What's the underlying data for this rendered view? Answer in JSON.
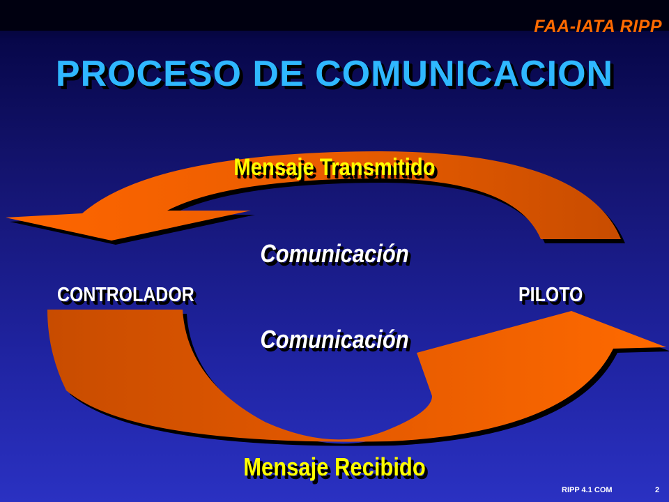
{
  "header": {
    "brand": "FAA-IATA RIPP",
    "title": "PROCESO DE  COMUNICACION"
  },
  "diagram": {
    "top_message": "Mensaje Transmitido",
    "communication_upper": "Comunicación",
    "communication_lower": "Comunicación",
    "left_party": "CONTROLADOR",
    "right_party": "PILOTO",
    "bottom_message": "Mensaje Recibido"
  },
  "footer": {
    "code": "RIPP 4.1 COM",
    "page": "2"
  },
  "colors": {
    "arrow_fill": "#ff6600",
    "arrow_dark": "#cc4f00",
    "title": "#2fb8ff",
    "highlight": "#ffff00",
    "brand": "#ff6a00"
  }
}
